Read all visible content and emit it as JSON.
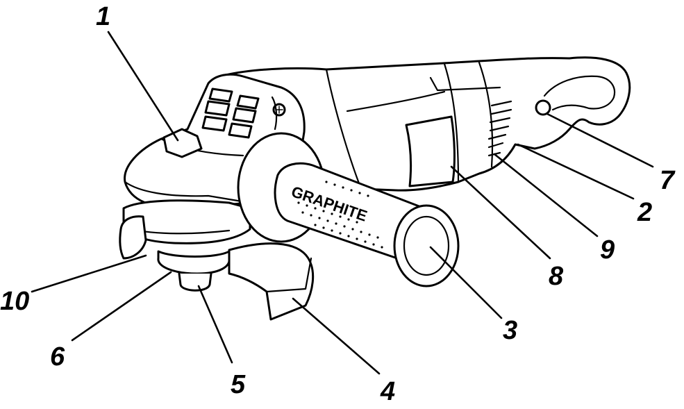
{
  "brand_logo": "GRAPHITE",
  "callouts": [
    "1",
    "2",
    "3",
    "4",
    "5",
    "6",
    "7",
    "8",
    "9",
    "10"
  ],
  "colors": {
    "line": "#000000",
    "background": "#ffffff"
  }
}
